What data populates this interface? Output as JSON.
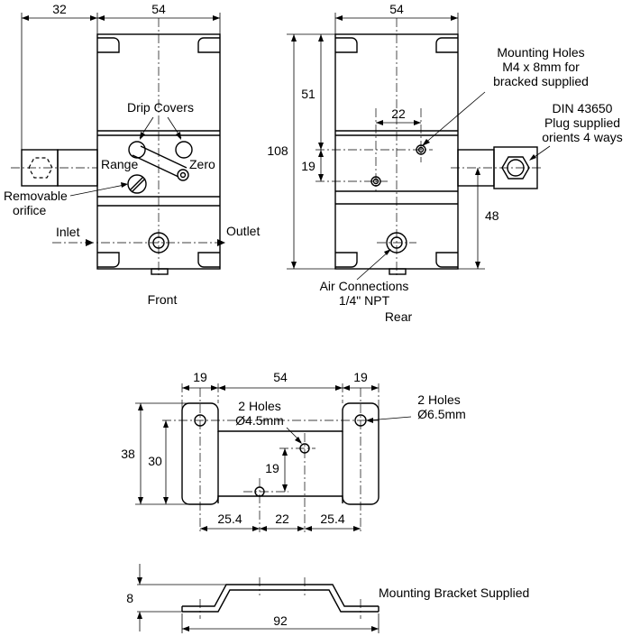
{
  "front_view": {
    "caption": "Front",
    "dim_width": "54",
    "dim_offset": "32",
    "label_drip_covers": "Drip Covers",
    "label_range": "Range",
    "label_zero": "Zero",
    "label_removable": "Removable",
    "label_orifice": "orifice",
    "label_inlet": "Inlet",
    "label_outlet": "Outlet"
  },
  "rear_view": {
    "caption": "Rear",
    "dim_width": "54",
    "dim_height": "108",
    "dim_51": "51",
    "dim_19": "19",
    "dim_22": "22",
    "dim_48": "48",
    "mounting_holes_line1": "Mounting Holes",
    "mounting_holes_line2": "M4 x 8mm for",
    "mounting_holes_line3": "bracked supplied",
    "din_line1": "DIN 43650",
    "din_line2": "Plug supplied",
    "din_line3": "orients 4 ways",
    "air_line1": "Air Connections",
    "air_line2": "1/4\" NPT"
  },
  "bracket_plan": {
    "dim_left": "19",
    "dim_mid": "54",
    "dim_right": "19",
    "dim_38": "38",
    "dim_30": "30",
    "dim_19": "19",
    "dim_25a": "25.4",
    "dim_22": "22",
    "dim_25b": "25.4",
    "holes_small_line1": "2 Holes",
    "holes_small_line2": "Ø4.5mm",
    "holes_large_line1": "2 Holes",
    "holes_large_line2": "Ø6.5mm"
  },
  "bracket_side": {
    "dim_8": "8",
    "dim_92": "92",
    "caption": "Mounting Bracket Supplied"
  }
}
